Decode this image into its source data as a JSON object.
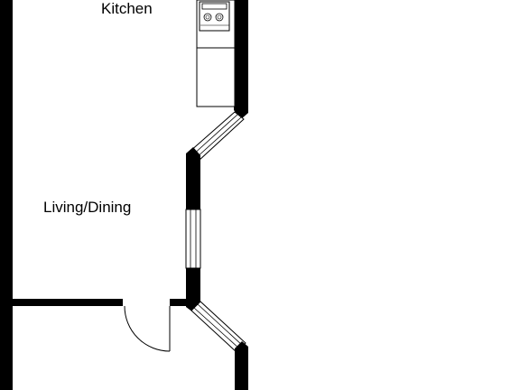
{
  "rooms": {
    "kitchen": "Kitchen",
    "living_dining": "Living/Dining"
  },
  "colors": {
    "wall": "#000000",
    "background": "#ffffff",
    "fixture_line": "#000000"
  },
  "fixtures": [
    "cooker-icon",
    "kitchen-counter",
    "window-bay-upper",
    "window-side",
    "window-bay-lower",
    "door-swing"
  ]
}
